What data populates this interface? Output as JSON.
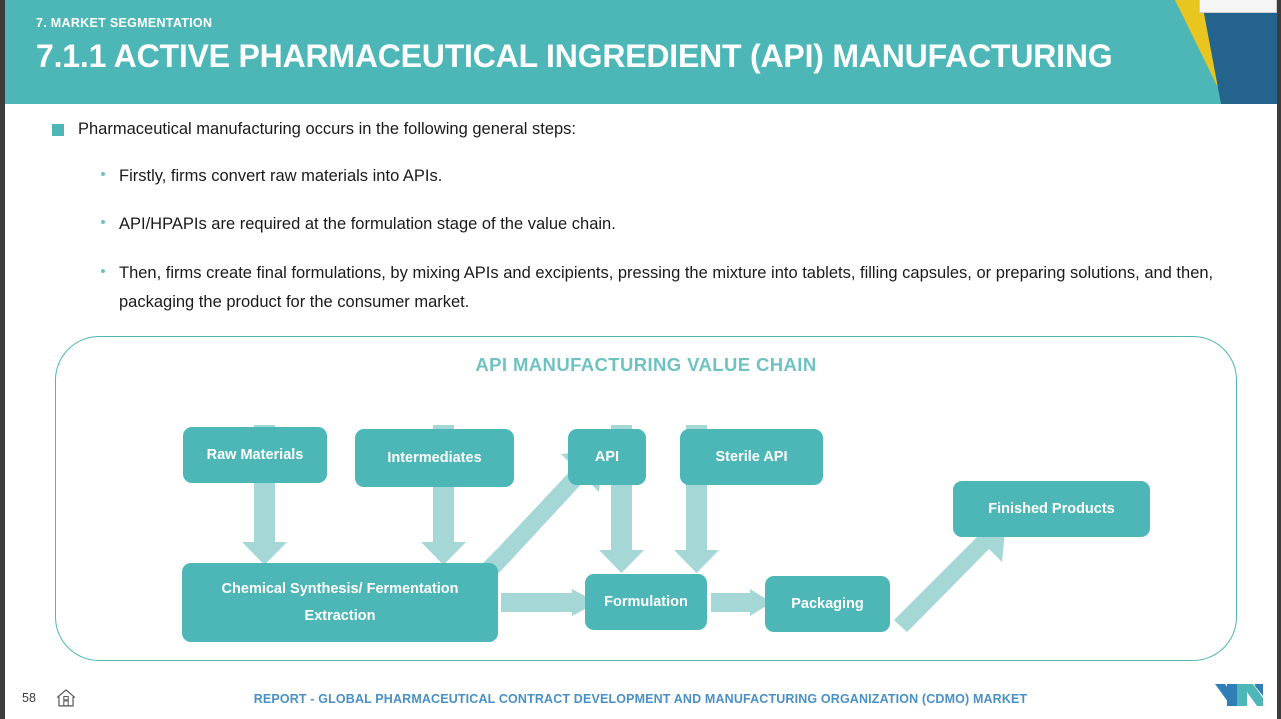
{
  "header": {
    "eyebrow": "7. MARKET SEGMENTATION",
    "title": "7.1.1 ACTIVE PHARMACEUTICAL INGREDIENT (API) MANUFACTURING",
    "bg_color": "#4db6b6",
    "accent_yellow": "#e8c51f",
    "accent_blue": "#24648c"
  },
  "body": {
    "lead_bullet": "Pharmaceutical manufacturing occurs in the following general steps:",
    "sub_bullets": [
      "Firstly, firms convert raw materials into APIs.",
      "API/HPAPIs are required at the formulation stage of the value chain.",
      "Then, firms create final formulations, by mixing APIs and excipients, pressing the mixture into tablets, filling capsules, or preparing solutions, and then, packaging the product for the consumer market."
    ]
  },
  "diagram": {
    "title": "API MANUFACTURING VALUE CHAIN",
    "node_color": "#4db6b6",
    "arrow_color": "#a5d7d7",
    "title_color": "#6fc2c2",
    "nodes": [
      {
        "id": "raw-materials",
        "label": "Raw Materials"
      },
      {
        "id": "intermediates",
        "label": "Intermediates"
      },
      {
        "id": "api",
        "label": "API"
      },
      {
        "id": "sterile-api",
        "label": "Sterile API"
      },
      {
        "id": "finished-products",
        "label": "Finished Products"
      },
      {
        "id": "chemical-synthesis",
        "label_line1": "Chemical Synthesis/ Fermentation",
        "label_line2": "Extraction"
      },
      {
        "id": "formulation",
        "label": "Formulation"
      },
      {
        "id": "packaging",
        "label": "Packaging"
      }
    ]
  },
  "footer": {
    "page_number": "58",
    "text": "REPORT - GLOBAL PHARMACEUTICAL CONTRACT DEVELOPMENT AND MANUFACTURING ORGANIZATION (CDMO) MARKET",
    "text_color": "#4a90c4"
  },
  "chart_data": {
    "type": "diagram",
    "title": "API MANUFACTURING VALUE CHAIN",
    "nodes": [
      "Raw Materials",
      "Intermediates",
      "API",
      "Sterile API",
      "Finished Products",
      "Chemical Synthesis/ Fermentation Extraction",
      "Formulation",
      "Packaging"
    ],
    "edges": [
      {
        "from": "Raw Materials",
        "to": "Chemical Synthesis/ Fermentation Extraction",
        "direction": "down"
      },
      {
        "from": "Intermediates",
        "to": "Chemical Synthesis/ Fermentation Extraction",
        "direction": "down"
      },
      {
        "from": "Chemical Synthesis/ Fermentation Extraction",
        "to": "API",
        "direction": "up-right"
      },
      {
        "from": "Chemical Synthesis/ Fermentation Extraction",
        "to": "Formulation",
        "direction": "right"
      },
      {
        "from": "API",
        "to": "Formulation",
        "direction": "down"
      },
      {
        "from": "Sterile API",
        "to": "Formulation",
        "direction": "down"
      },
      {
        "from": "Formulation",
        "to": "Packaging",
        "direction": "right"
      },
      {
        "from": "Packaging",
        "to": "Finished Products",
        "direction": "up-right"
      }
    ]
  }
}
